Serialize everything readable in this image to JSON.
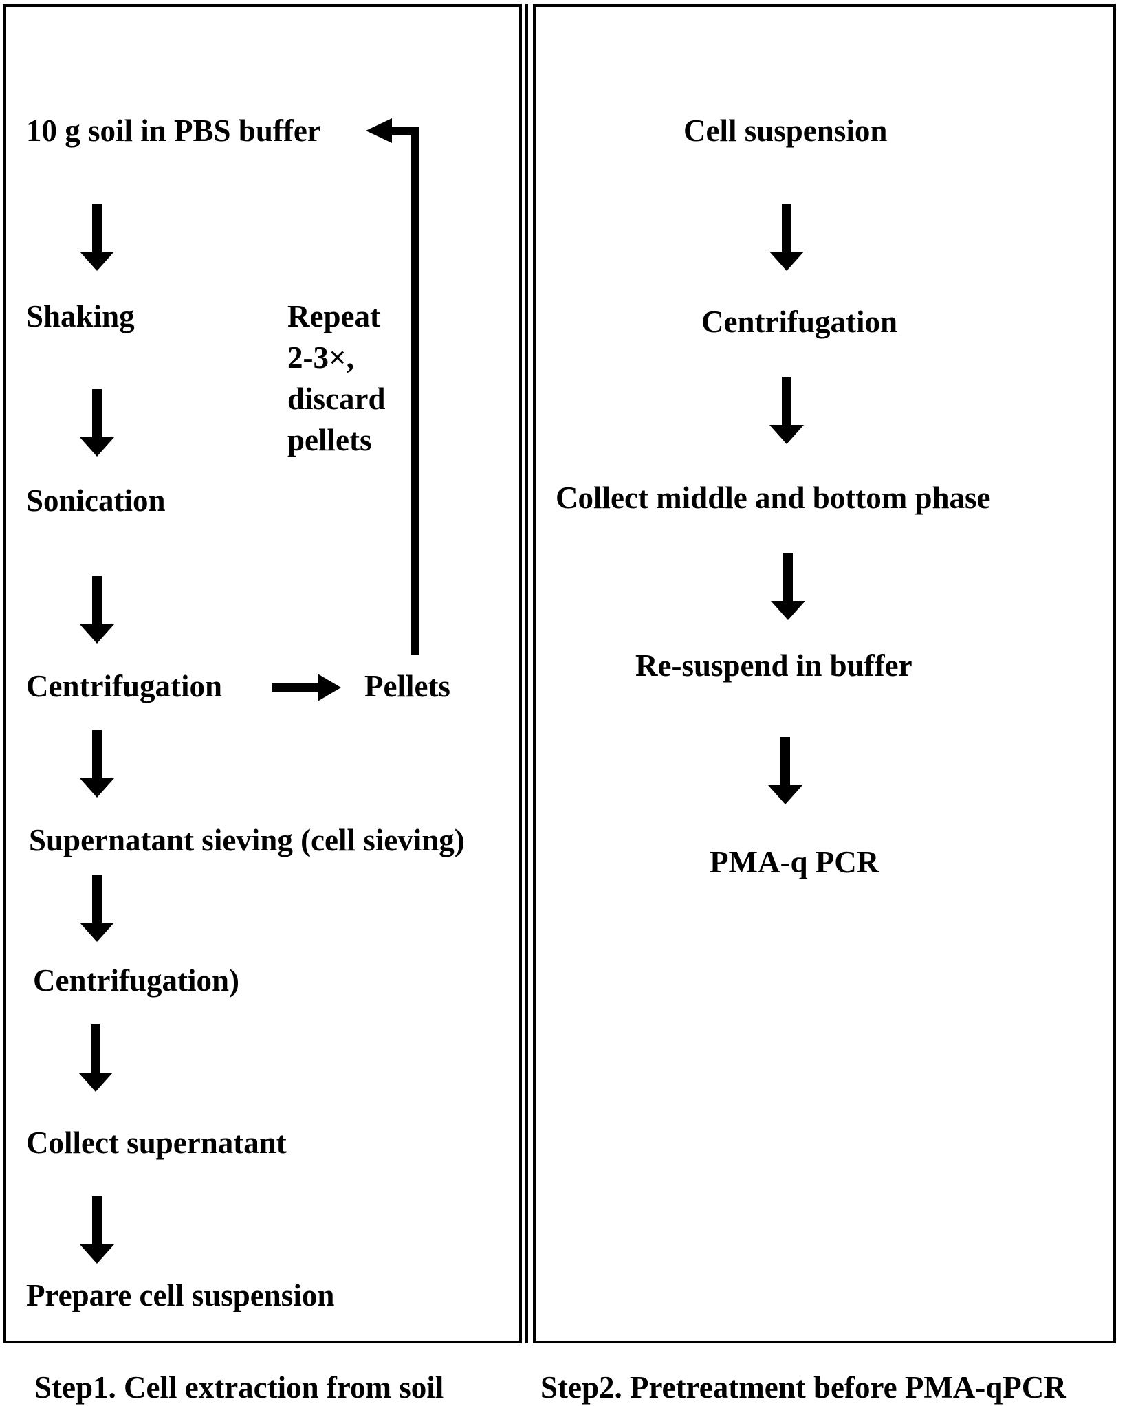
{
  "step1": {
    "title": "Step1. Cell extraction from soil",
    "steps": [
      "10 g soil in PBS buffer",
      "Shaking",
      "Sonication",
      "Centrifugation",
      "Supernatant sieving (cell sieving)",
      "Centrifugation)",
      "Collect supernatant",
      "Prepare cell suspension"
    ],
    "side_output": "Pellets",
    "repeat_note": [
      "Repeat",
      "2-3×,",
      "discard",
      "pellets"
    ]
  },
  "step2": {
    "title": "Step2. Pretreatment before PMA-qPCR",
    "steps": [
      "Cell suspension",
      "Centrifugation",
      "Collect middle and bottom phase",
      "Re-suspend in buffer",
      "PMA-q PCR"
    ]
  }
}
